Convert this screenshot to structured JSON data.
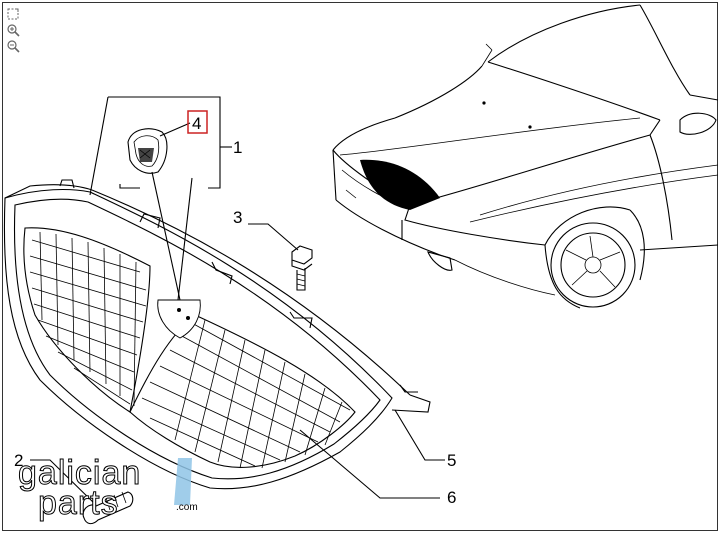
{
  "toolbar": {
    "fit_icon": "fit-to-page-icon",
    "zoom_in_icon": "zoom-in-icon",
    "zoom_out_icon": "zoom-out-icon"
  },
  "callouts": {
    "c1": "1",
    "c2": "2",
    "c3": "3",
    "c4": "4",
    "c5": "5",
    "c6": "6"
  },
  "watermark": {
    "line1": "galician",
    "line2": "parts",
    "suffix": ".com"
  },
  "colors": {
    "highlight_box": "#cc2222",
    "watermark_blue": "#8fc4e6",
    "ink": "#000000"
  }
}
